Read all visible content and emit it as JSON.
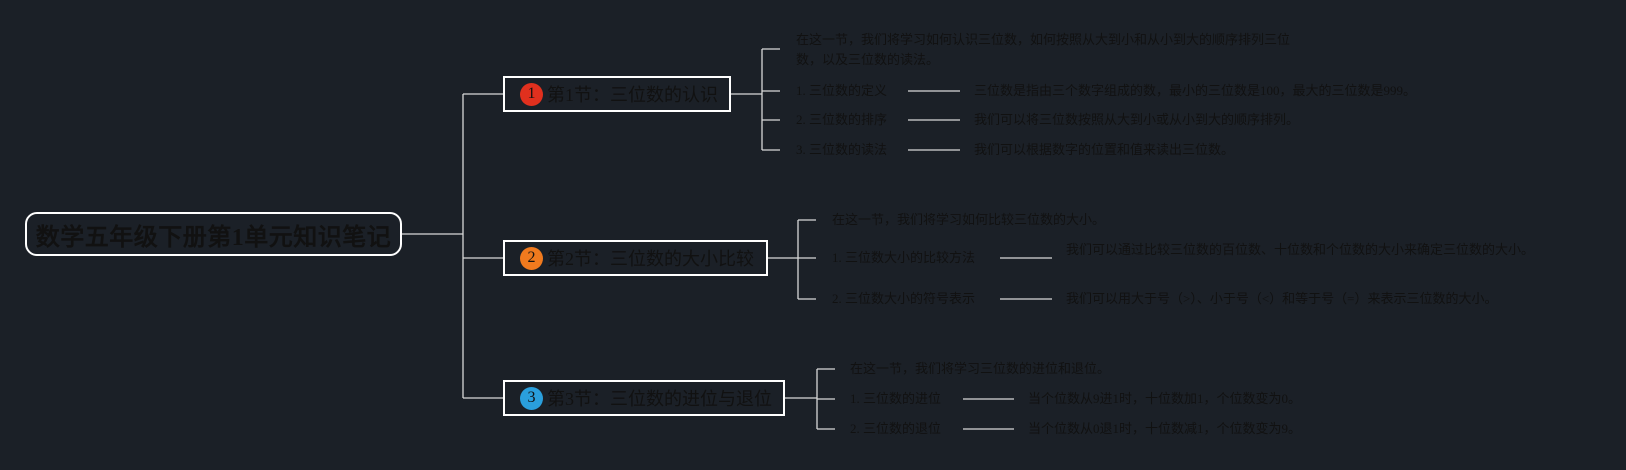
{
  "root": {
    "title": "数学五年级下册第1单元知识笔记"
  },
  "sections": [
    {
      "number": "1",
      "color": "#e0301e",
      "title": "第1节：三位数的认识",
      "intro": "在这一节，我们将学习如何认识三位数，如何按照从大到小和从小到大的顺序排列三位数，以及三位数的读法。",
      "items": [
        {
          "label": "1. 三位数的定义",
          "desc": "三位数是指由三个数字组成的数，最小的三位数是100，最大的三位数是999。"
        },
        {
          "label": "2. 三位数的排序",
          "desc": "我们可以将三位数按照从大到小或从小到大的顺序排列。"
        },
        {
          "label": "3. 三位数的读法",
          "desc": "我们可以根据数字的位置和值来读出三位数。"
        }
      ]
    },
    {
      "number": "2",
      "color": "#f07a1e",
      "title": "第2节：三位数的大小比较",
      "intro": "在这一节，我们将学习如何比较三位数的大小。",
      "items": [
        {
          "label": "1. 三位数大小的比较方法",
          "desc": "我们可以通过比较三位数的百位数、十位数和个位数的大小来确定三位数的大小。"
        },
        {
          "label": "2. 三位数大小的符号表示",
          "desc": "我们可以用大于号（>）、小于号（<）和等于号（=）来表示三位数的大小。"
        }
      ]
    },
    {
      "number": "3",
      "color": "#2a9fdc",
      "title": "第3节：三位数的进位与退位",
      "intro": "在这一节，我们将学习三位数的进位和退位。",
      "items": [
        {
          "label": "1. 三位数的进位",
          "desc": "当个位数从9进1时，十位数加1，个位数变为0。"
        },
        {
          "label": "2. 三位数的退位",
          "desc": "当个位数从0退1时，十位数减1，个位数变为9。"
        }
      ]
    }
  ]
}
